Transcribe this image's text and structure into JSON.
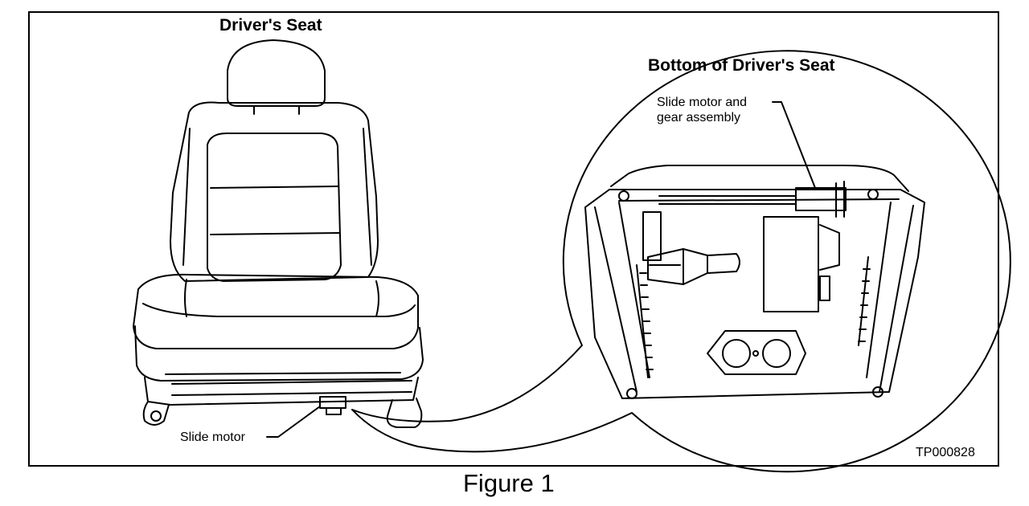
{
  "labels": {
    "title_left": "Driver's Seat",
    "title_right": "Bottom of Driver's Seat",
    "callout_motor_gear_line1": "Slide motor and",
    "callout_motor_gear_line2": "gear assembly",
    "callout_slide_motor": "Slide motor",
    "drawing_code": "TP000828",
    "caption": "Figure 1"
  }
}
